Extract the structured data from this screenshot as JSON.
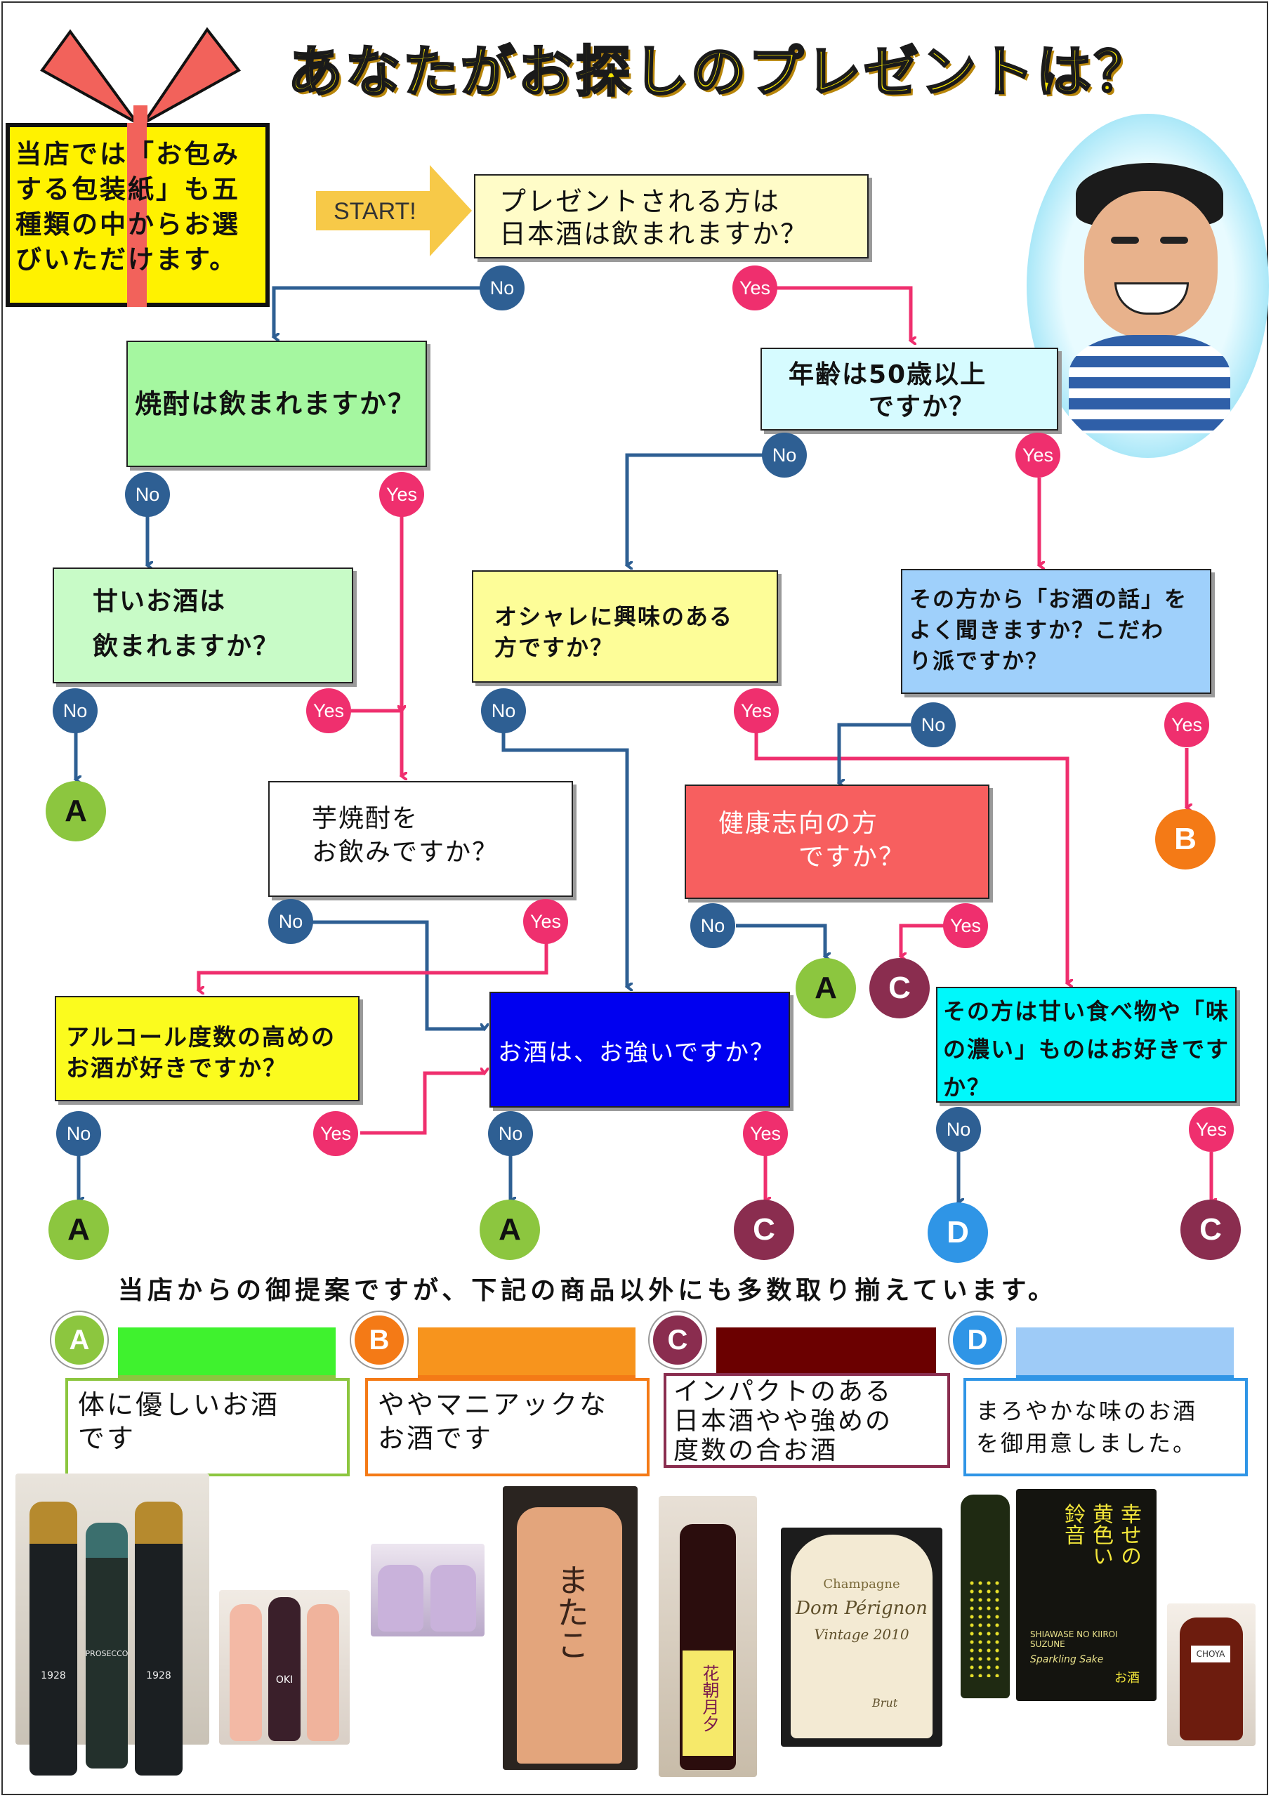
{
  "title": "あなたがお探しのプレゼントは？",
  "gift_note": "当店では「お包みする包装紙」も五種類の中からお選びいただけます。",
  "start_label": "START!",
  "badges": {
    "no": "No",
    "yes": "Yes"
  },
  "questions": {
    "q1": "プレゼントされる方は\n日本酒は飲まれますか？",
    "q2": "年齢は50歳以上\n　　　ですか？",
    "q3": "焼酎は飲まれますか？",
    "q4": "甘いお酒は\n飲まれますか？",
    "q5": "オシャレに興味のある\n方ですか？",
    "q6": "その方から「お酒の話」を\nよく聞きますか？こだわ\nり派ですか？",
    "q7": "芋焼酎を\nお飲みですか？",
    "q8": "健康志向の方\n　　　ですか？",
    "q9": "アルコール度数の高めの\nお酒が好きですか？",
    "q10": "お酒は、お強いですか？",
    "q11": "その方は甘い食べ物や「味\nの濃い」ものはお好きです\nか？"
  },
  "results": {
    "a": "A",
    "b": "B",
    "c": "C",
    "d": "D"
  },
  "suggestion_text": "当店からの御提案ですが、下記の商品以外にも多数取り揃えています。",
  "categories": [
    {
      "letter": "A",
      "text": "体に優しいお酒\nです",
      "color": "#8cc63f",
      "bar": "#3ff22e"
    },
    {
      "letter": "B",
      "text": "ややマニアックな\nお酒です",
      "color": "#f47a16",
      "bar": "#f7941d"
    },
    {
      "letter": "C",
      "text": "インパクトのある\n日本酒やや強めの\n度数の合お酒",
      "color": "#8a2d4f",
      "bar": "#6b0000"
    },
    {
      "letter": "D",
      "text": "まろやかな味のお酒\nを御用意しました。",
      "color": "#2f95e6",
      "bar": "#9ecbf7"
    }
  ],
  "product_labels": {
    "bottle_1928": "1928",
    "prosecco": "PROSECCO",
    "okiyama": "OKI",
    "matako": "またこ",
    "hanabi": "花朝月夕",
    "champagne": "Champagne",
    "dom": "Dom Pérignon",
    "vintage": "Vintage 2010",
    "brut": "Brut",
    "shiawase_title": "幸せの\n黄色い\n鈴音",
    "shiawase_en": "SHIAWASE NO KIIROI SUZUNE",
    "sparkling": "Sparkling Sake",
    "osake": "お酒",
    "choya": "CHOYA"
  },
  "colors": {
    "no": "#2e5f93",
    "yes": "#ef2f6e",
    "title": "#f5e400"
  }
}
